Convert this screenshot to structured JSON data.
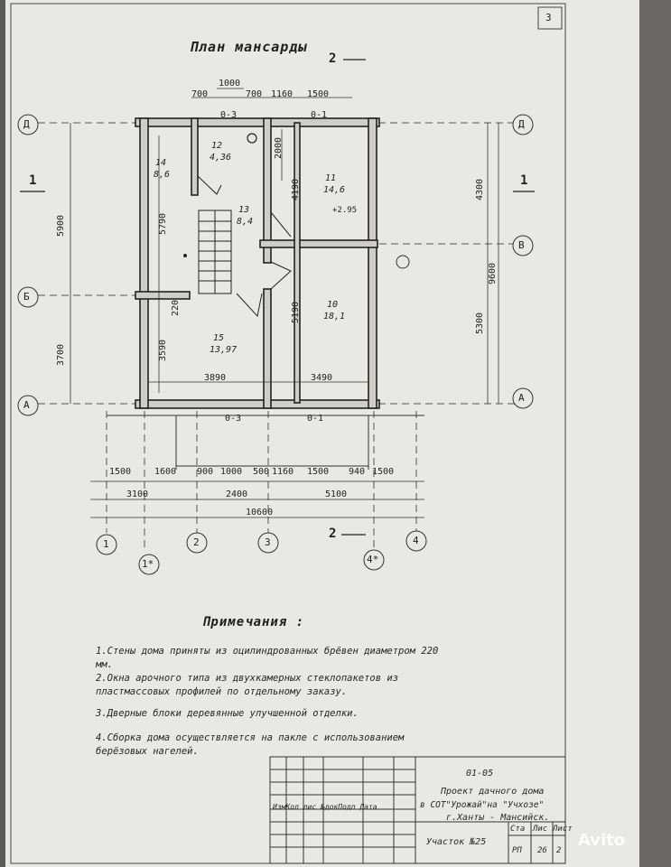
{
  "sheet_number": "3",
  "plan_title": "План мансарды",
  "section_mark_top": "2",
  "section_mark_bottom": "2",
  "section_mark_left": "1",
  "section_mark_right": "1",
  "axes_rows": [
    "Д",
    "В",
    "Б",
    "А"
  ],
  "axes_columns": [
    "1",
    "1*",
    "2",
    "3",
    "4*",
    "4"
  ],
  "rooms": [
    {
      "number": "14",
      "area": "8,6"
    },
    {
      "number": "12",
      "area": "4,36"
    },
    {
      "number": "13",
      "area": "8,4"
    },
    {
      "number": "11",
      "area": "14,6"
    },
    {
      "number": "15",
      "area": "13,97"
    },
    {
      "number": "10",
      "area": "18,1"
    }
  ],
  "level_mark": "+2.95",
  "wall_marks": [
    "0-3",
    "0-1",
    "0-3",
    "0-1"
  ],
  "dims_top": [
    "1000",
    "700",
    "700",
    "1160",
    "1500"
  ],
  "dims_left": [
    "5900",
    "3700"
  ],
  "dims_right": [
    "4300",
    "5300",
    "9600"
  ],
  "dims_inner_vertical": [
    "5790",
    "2000",
    "4190",
    "5190",
    "3590",
    "220"
  ],
  "dims_inner_horizontal": [
    "3890",
    "3490"
  ],
  "dims_bottom_row1": [
    "1500",
    "1600",
    "900",
    "1000",
    "500",
    "1160",
    "1500",
    "940",
    "1500"
  ],
  "dims_bottom_row2": [
    "3100",
    "2400",
    "5100"
  ],
  "dims_bottom_total": "10600",
  "notes_title": "Примечания :",
  "notes": [
    "1.Стены дома приняты из оцилиндрованных брёвен диаметром 220",
    "мм.",
    "2.Окна арочного типа из двухкамерных стеклопакетов из",
    "пластмассовых профилей по отдельному заказу.",
    "3.Дверные блоки деревянные улучшенной отделки.",
    "4.Сборка дома осуществляется на пакле с использованием",
    "берёзовых нагелей."
  ],
  "stamp": {
    "code": "01-05",
    "project_line1": "Проект дачного дома",
    "project_line2": "в СОТ\"Урожай\"на \"Учхозе\"",
    "project_line3": "г.Ханты - Мансийск.",
    "header_cols": "ИзмКол лис №докПодп Дата",
    "site": "Участок №25",
    "stage_label": "Ста",
    "sheet_label": "Лис",
    "sheets_label": "Лист",
    "stage_value": "РП",
    "sheet_value": "26",
    "sheets_value": "2"
  },
  "watermark": "Avito"
}
